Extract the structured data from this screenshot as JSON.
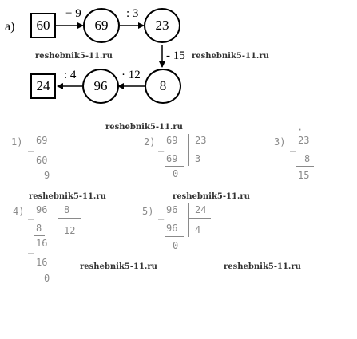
{
  "part_label": "а)",
  "chain": {
    "n1": "60",
    "n2": "69",
    "n3": "23",
    "n4": "8",
    "n5": "96",
    "n6": "24",
    "op1": "− 9",
    "op2": ": 3",
    "op3": "- 15",
    "op4": "· 12",
    "op5": ": 4"
  },
  "watermark": "reshebnik5-11.ru",
  "calc1": {
    "label": "1)",
    "minus": "_",
    "a": "69",
    "b": "60",
    "result": "9"
  },
  "calc2": {
    "label": "2)",
    "minus": "_",
    "dividend": "69",
    "divisor": "23",
    "sub": "69",
    "quotient": "3",
    "remainder": "0"
  },
  "calc3": {
    "label": "3)",
    "minus": "_",
    "dot": "·",
    "a": "23",
    "b": "8",
    "result": "15"
  },
  "calc4": {
    "label": "4)",
    "minus": "_",
    "dividend": "96",
    "divisor": "8",
    "sub1": "8",
    "quotient": "12",
    "step": "16",
    "sub2": "16",
    "remainder": "0"
  },
  "calc5": {
    "label": "5)",
    "minus": "_",
    "dividend": "96",
    "divisor": "24",
    "sub": "96",
    "quotient": "4",
    "remainder": "0"
  }
}
